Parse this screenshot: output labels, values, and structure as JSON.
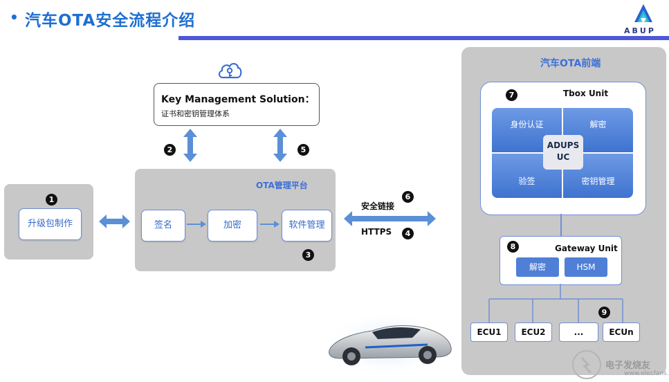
{
  "header": {
    "bullet": "•",
    "title": "汽车OTA安全流程介绍",
    "logo_text": "ABUP"
  },
  "kms": {
    "title": "Key Management Solution：",
    "subtitle": "证书和密钥管理体系"
  },
  "left_box": {
    "number": "1",
    "label": "升级包制作"
  },
  "ota_platform": {
    "title": "OTA管理平台",
    "steps": [
      "签名",
      "加密",
      "软件管理"
    ],
    "number": "3"
  },
  "arrows": {
    "left_num": "2",
    "right_num": "5"
  },
  "link": {
    "secure_label": "安全链接",
    "secure_num": "6",
    "https_label": "HTTPS",
    "https_num": "4"
  },
  "frontend": {
    "title": "汽车OTA前端",
    "tbox": {
      "number": "7",
      "title": "Tbox Unit",
      "cells": [
        "身份认证",
        "解密",
        "验签",
        "密钥管理"
      ],
      "center_line1": "ADUPS",
      "center_line2": "UC"
    },
    "gateway": {
      "number": "8",
      "title": "Gateway Unit",
      "buttons": [
        "解密",
        "HSM"
      ]
    },
    "ecus": {
      "number": "9",
      "items": [
        "ECU1",
        "ECU2",
        "...",
        "ECUn"
      ]
    }
  },
  "watermark": {
    "text": "电子发烧友",
    "url": "www.elecfans.com"
  },
  "colors": {
    "title_blue": "#1e6fd1",
    "bar_blue": "#4d57d8",
    "panel_grey": "#c9c8c8",
    "accent_blue": "#3b6fd8",
    "arrow_blue": "#5b8fd6"
  }
}
